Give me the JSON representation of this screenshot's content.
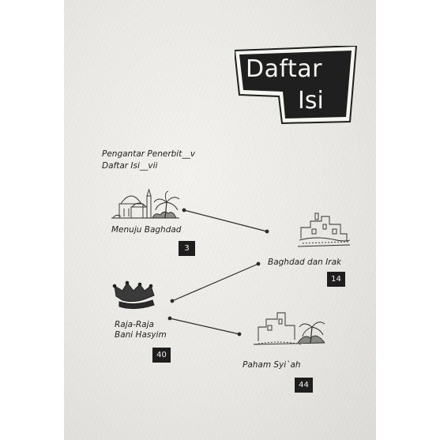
{
  "title": {
    "line1": "Daftar",
    "line2": "Isi"
  },
  "front_matter": [
    {
      "text": "Pengantar Penerbit__v"
    },
    {
      "text": "Daftar Isi__vii"
    }
  ],
  "chapters": [
    {
      "label": "Menuju Baghdad",
      "page": "3",
      "icon": "mosque-palm-icon"
    },
    {
      "label": "Baghdad dan Irak",
      "page": "14",
      "icon": "ruins-city-icon"
    },
    {
      "label_line1": "Raja-Raja",
      "label_line2": "Bani Hasyim",
      "page": "40",
      "icon": "crown-icon"
    },
    {
      "label": "Paham Syi`ah",
      "page": "44",
      "icon": "desert-village-icon"
    }
  ],
  "colors": {
    "badge": "#1f1f1f",
    "badge_text": "#f4f4f0",
    "page_bg": "#ebeae6",
    "ink": "#1d1d1d"
  }
}
